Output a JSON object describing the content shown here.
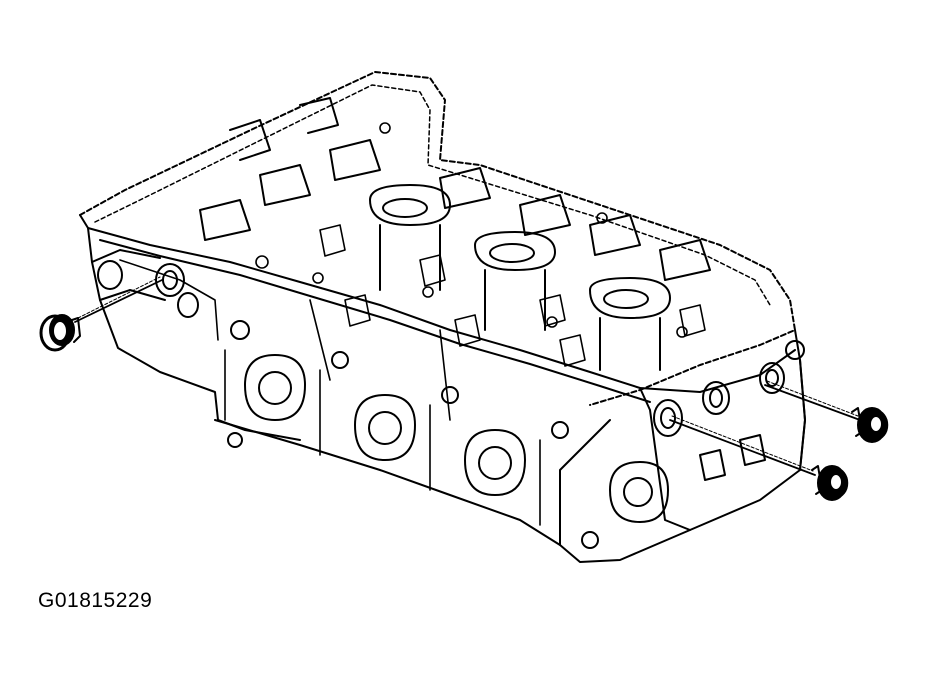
{
  "figure": {
    "id_label": "G01815229",
    "line_color": "#000000",
    "background_color": "#ffffff"
  },
  "parts": [
    {
      "name": "cylinder-head"
    },
    {
      "name": "plug-bolt-left"
    },
    {
      "name": "plug-bolt-right-upper"
    },
    {
      "name": "plug-bolt-right-lower"
    }
  ]
}
